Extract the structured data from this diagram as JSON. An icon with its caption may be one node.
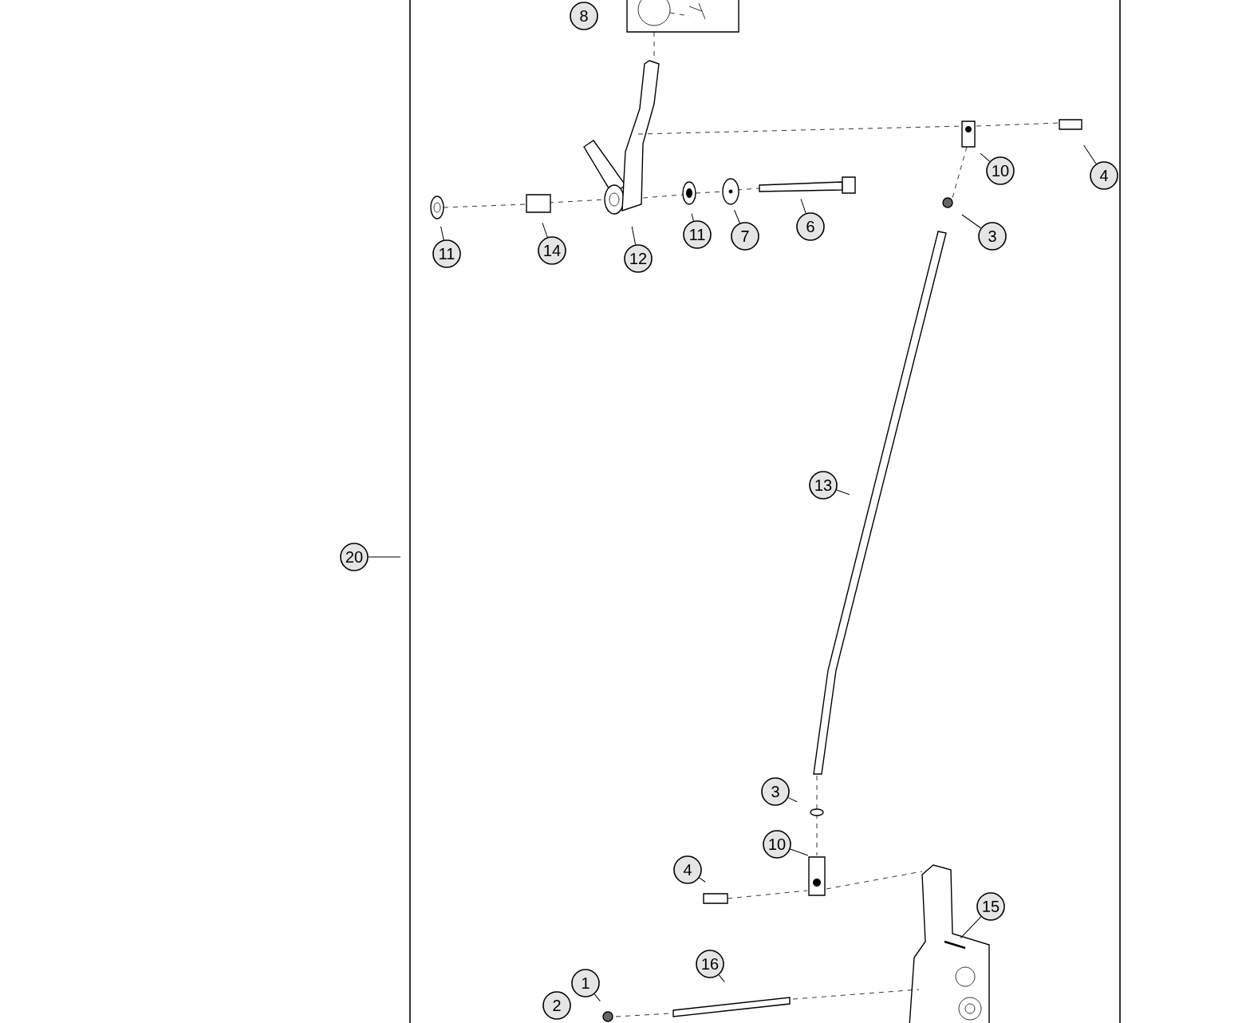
{
  "diagram": {
    "nodes": [
      {
        "text": [
          "8"
        ]
      },
      {
        "text": [
          "10"
        ]
      },
      {
        "text": [
          "4"
        ]
      },
      {
        "text": [
          "3"
        ]
      },
      {
        "text": [
          "11"
        ]
      },
      {
        "text": [
          "14"
        ]
      },
      {
        "text": [
          "12"
        ]
      },
      {
        "text": [
          "11"
        ]
      },
      {
        "text": [
          "7"
        ]
      },
      {
        "text": [
          "6"
        ]
      },
      {
        "text": [
          "13"
        ]
      },
      {
        "text": [
          "20"
        ]
      },
      {
        "text": [
          "3"
        ]
      },
      {
        "text": [
          "10"
        ]
      },
      {
        "text": [
          "4"
        ]
      },
      {
        "text": [
          "15"
        ]
      },
      {
        "text": [
          "16"
        ]
      },
      {
        "text": [
          "1"
        ]
      },
      {
        "text": [
          "2"
        ]
      }
    ],
    "edges": [
      {
        "from": 1,
        "to": null,
        "arrow": "none"
      },
      {
        "from": 2,
        "to": null,
        "arrow": "none"
      },
      {
        "from": 3,
        "to": null,
        "arrow": "none"
      },
      {
        "from": 4,
        "to": null,
        "arrow": "none"
      },
      {
        "from": 5,
        "to": null,
        "arrow": "none"
      },
      {
        "from": 6,
        "to": null,
        "arrow": "none"
      },
      {
        "from": 7,
        "to": null,
        "arrow": "none"
      },
      {
        "from": 8,
        "to": null,
        "arrow": "none"
      },
      {
        "from": 9,
        "to": null,
        "arrow": "none"
      },
      {
        "from": 10,
        "to": null,
        "arrow": "none"
      },
      {
        "from": 11,
        "to": null,
        "arrow": "none"
      },
      {
        "from": 12,
        "to": null,
        "arrow": "none"
      },
      {
        "from": 13,
        "to": null,
        "arrow": "none"
      },
      {
        "from": 14,
        "to": null,
        "arrow": "none"
      },
      {
        "from": 15,
        "to": null,
        "arrow": "none"
      },
      {
        "from": 16,
        "to": null,
        "arrow": "none"
      },
      {
        "from": 17,
        "to": null,
        "arrow": "none"
      }
    ]
  }
}
